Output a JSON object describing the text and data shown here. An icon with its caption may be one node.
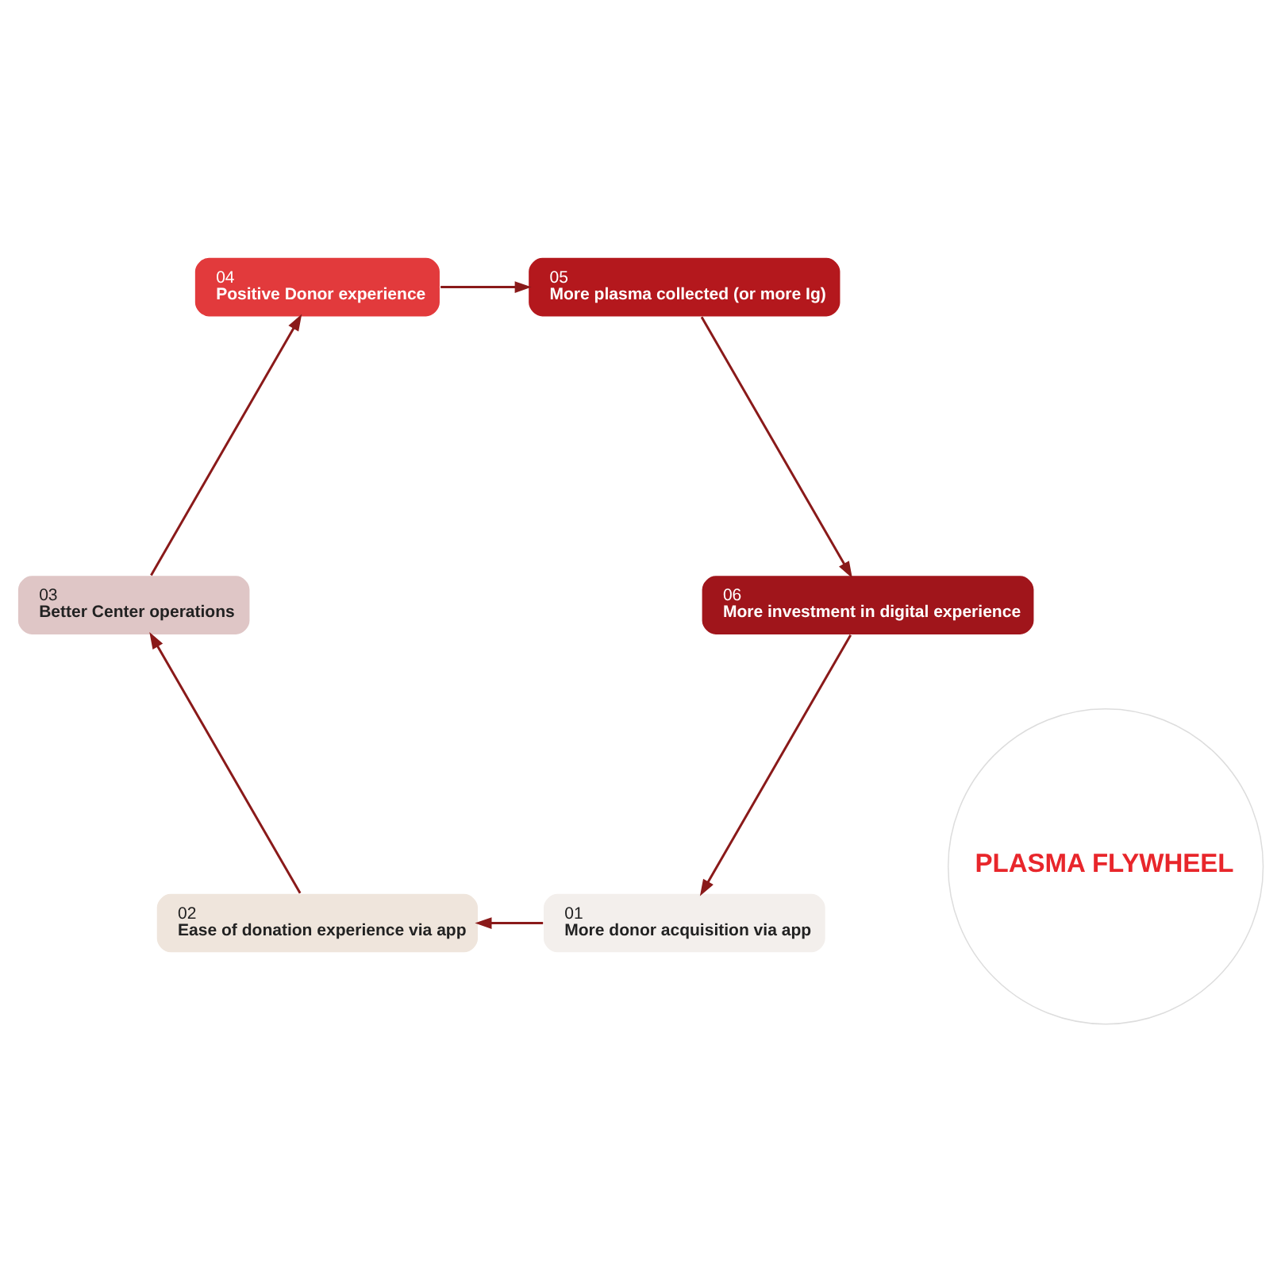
{
  "diagram": {
    "nodes": [
      {
        "text": [
          "PLASMA FLYWHEEL"
        ]
      },
      {
        "text": [
          "01",
          "More donor acquisition via app"
        ]
      },
      {
        "text": [
          "02",
          "Ease of donation experience via app"
        ]
      },
      {
        "text": [
          "03",
          "Better Center operations"
        ]
      },
      {
        "text": [
          "04",
          "Positive Donor experience"
        ]
      },
      {
        "text": [
          "05",
          "More plasma collected (or more Ig)"
        ]
      },
      {
        "text": [
          "06",
          "More investment in digital experience"
        ]
      }
    ],
    "edges": [
      {
        "from": 1,
        "to": 2,
        "arrow": "to"
      },
      {
        "from": 2,
        "to": 3,
        "arrow": "to"
      },
      {
        "from": 3,
        "to": 4,
        "arrow": "to"
      },
      {
        "from": 4,
        "to": 5,
        "arrow": "to"
      },
      {
        "from": 5,
        "to": 6,
        "arrow": "to"
      },
      {
        "from": 6,
        "to": 1,
        "arrow": "to"
      }
    ]
  }
}
